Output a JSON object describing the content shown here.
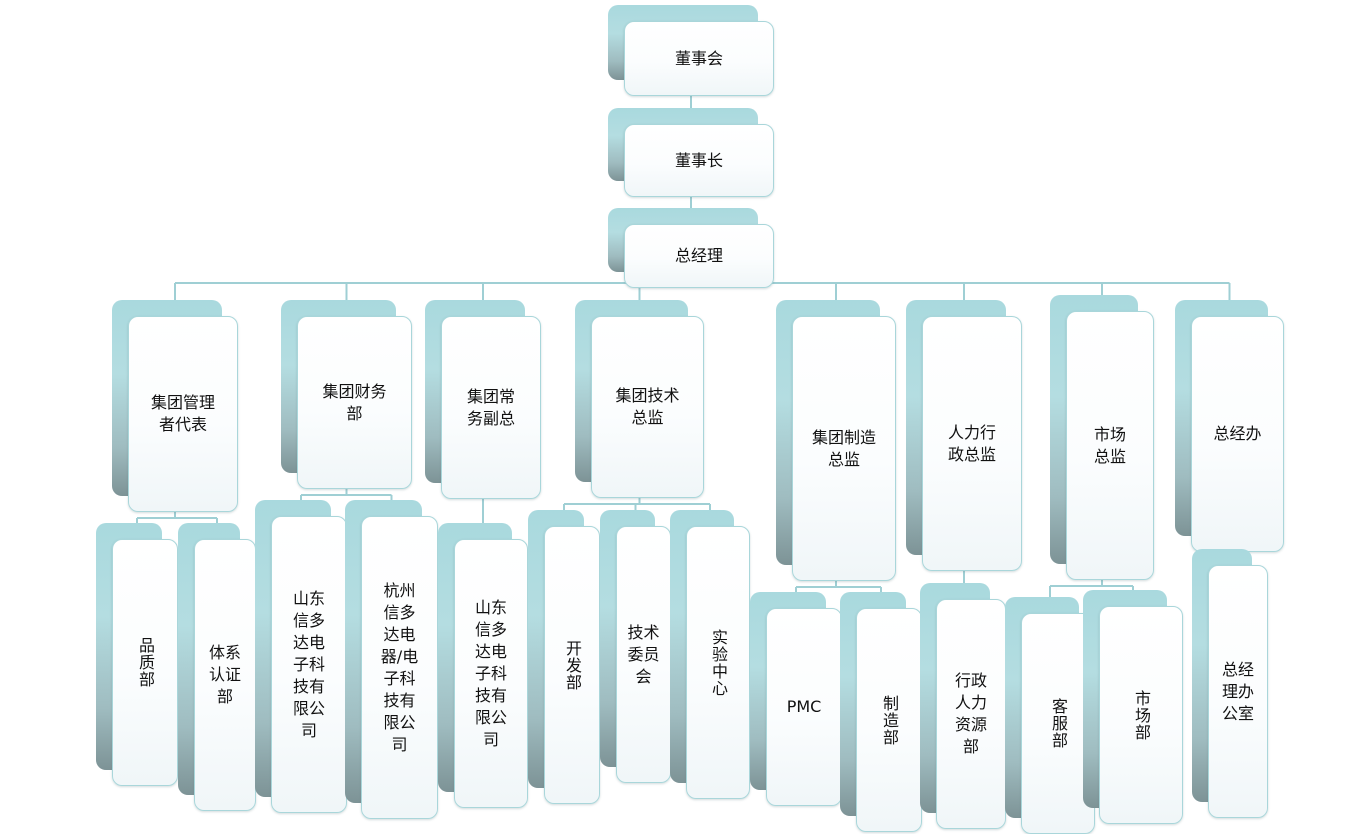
{
  "org_chart": {
    "nodes": [
      {
        "id": "board",
        "label": "董事会"
      },
      {
        "id": "chairman",
        "label": "董事长"
      },
      {
        "id": "gm",
        "label": "总经理"
      },
      {
        "id": "mgmt-rep",
        "label": "集团管理者代表"
      },
      {
        "id": "finance",
        "label": "集团财务部"
      },
      {
        "id": "exec-deputy",
        "label": "集团常务副总"
      },
      {
        "id": "tech-director",
        "label": "集团技术总监"
      },
      {
        "id": "mfg-director",
        "label": "集团制造总监"
      },
      {
        "id": "hr-director",
        "label": "人力行政总监"
      },
      {
        "id": "market-director",
        "label": "市场总监"
      },
      {
        "id": "gm-office",
        "label": "总经办"
      },
      {
        "id": "quality",
        "label": "品质部"
      },
      {
        "id": "certification",
        "label": "体系认证部"
      },
      {
        "id": "sd-co-1",
        "label": "山东信多达电子科技有限公司"
      },
      {
        "id": "hz-co",
        "label": "杭州信多达电器/电子科技有限公司"
      },
      {
        "id": "sd-co-2",
        "label": "山东信多达电子科技有限公司"
      },
      {
        "id": "dev",
        "label": "开发部"
      },
      {
        "id": "tech-committee",
        "label": "技术委员会"
      },
      {
        "id": "lab",
        "label": "实验中心"
      },
      {
        "id": "pmc",
        "label": "PMC"
      },
      {
        "id": "manufacturing",
        "label": "制造部"
      },
      {
        "id": "admin-hr",
        "label": "行政人力资源部"
      },
      {
        "id": "customer-service",
        "label": "客服部"
      },
      {
        "id": "market",
        "label": "市场部"
      },
      {
        "id": "gm-office-room",
        "label": "总经理办公室"
      }
    ],
    "edges": [
      [
        "board",
        "chairman"
      ],
      [
        "chairman",
        "gm"
      ],
      [
        "gm",
        "mgmt-rep"
      ],
      [
        "gm",
        "finance"
      ],
      [
        "gm",
        "exec-deputy"
      ],
      [
        "gm",
        "tech-director"
      ],
      [
        "gm",
        "mfg-director"
      ],
      [
        "gm",
        "hr-director"
      ],
      [
        "gm",
        "market-director"
      ],
      [
        "gm",
        "gm-office"
      ],
      [
        "mgmt-rep",
        "quality"
      ],
      [
        "mgmt-rep",
        "certification"
      ],
      [
        "finance",
        "sd-co-1"
      ],
      [
        "finance",
        "hz-co"
      ],
      [
        "exec-deputy",
        "sd-co-2"
      ],
      [
        "tech-director",
        "dev"
      ],
      [
        "tech-director",
        "tech-committee"
      ],
      [
        "tech-director",
        "lab"
      ],
      [
        "mfg-director",
        "pmc"
      ],
      [
        "mfg-director",
        "manufacturing"
      ],
      [
        "hr-director",
        "admin-hr"
      ],
      [
        "market-director",
        "customer-service"
      ],
      [
        "market-director",
        "market"
      ],
      [
        "gm-office",
        "gm-office-room"
      ]
    ]
  }
}
